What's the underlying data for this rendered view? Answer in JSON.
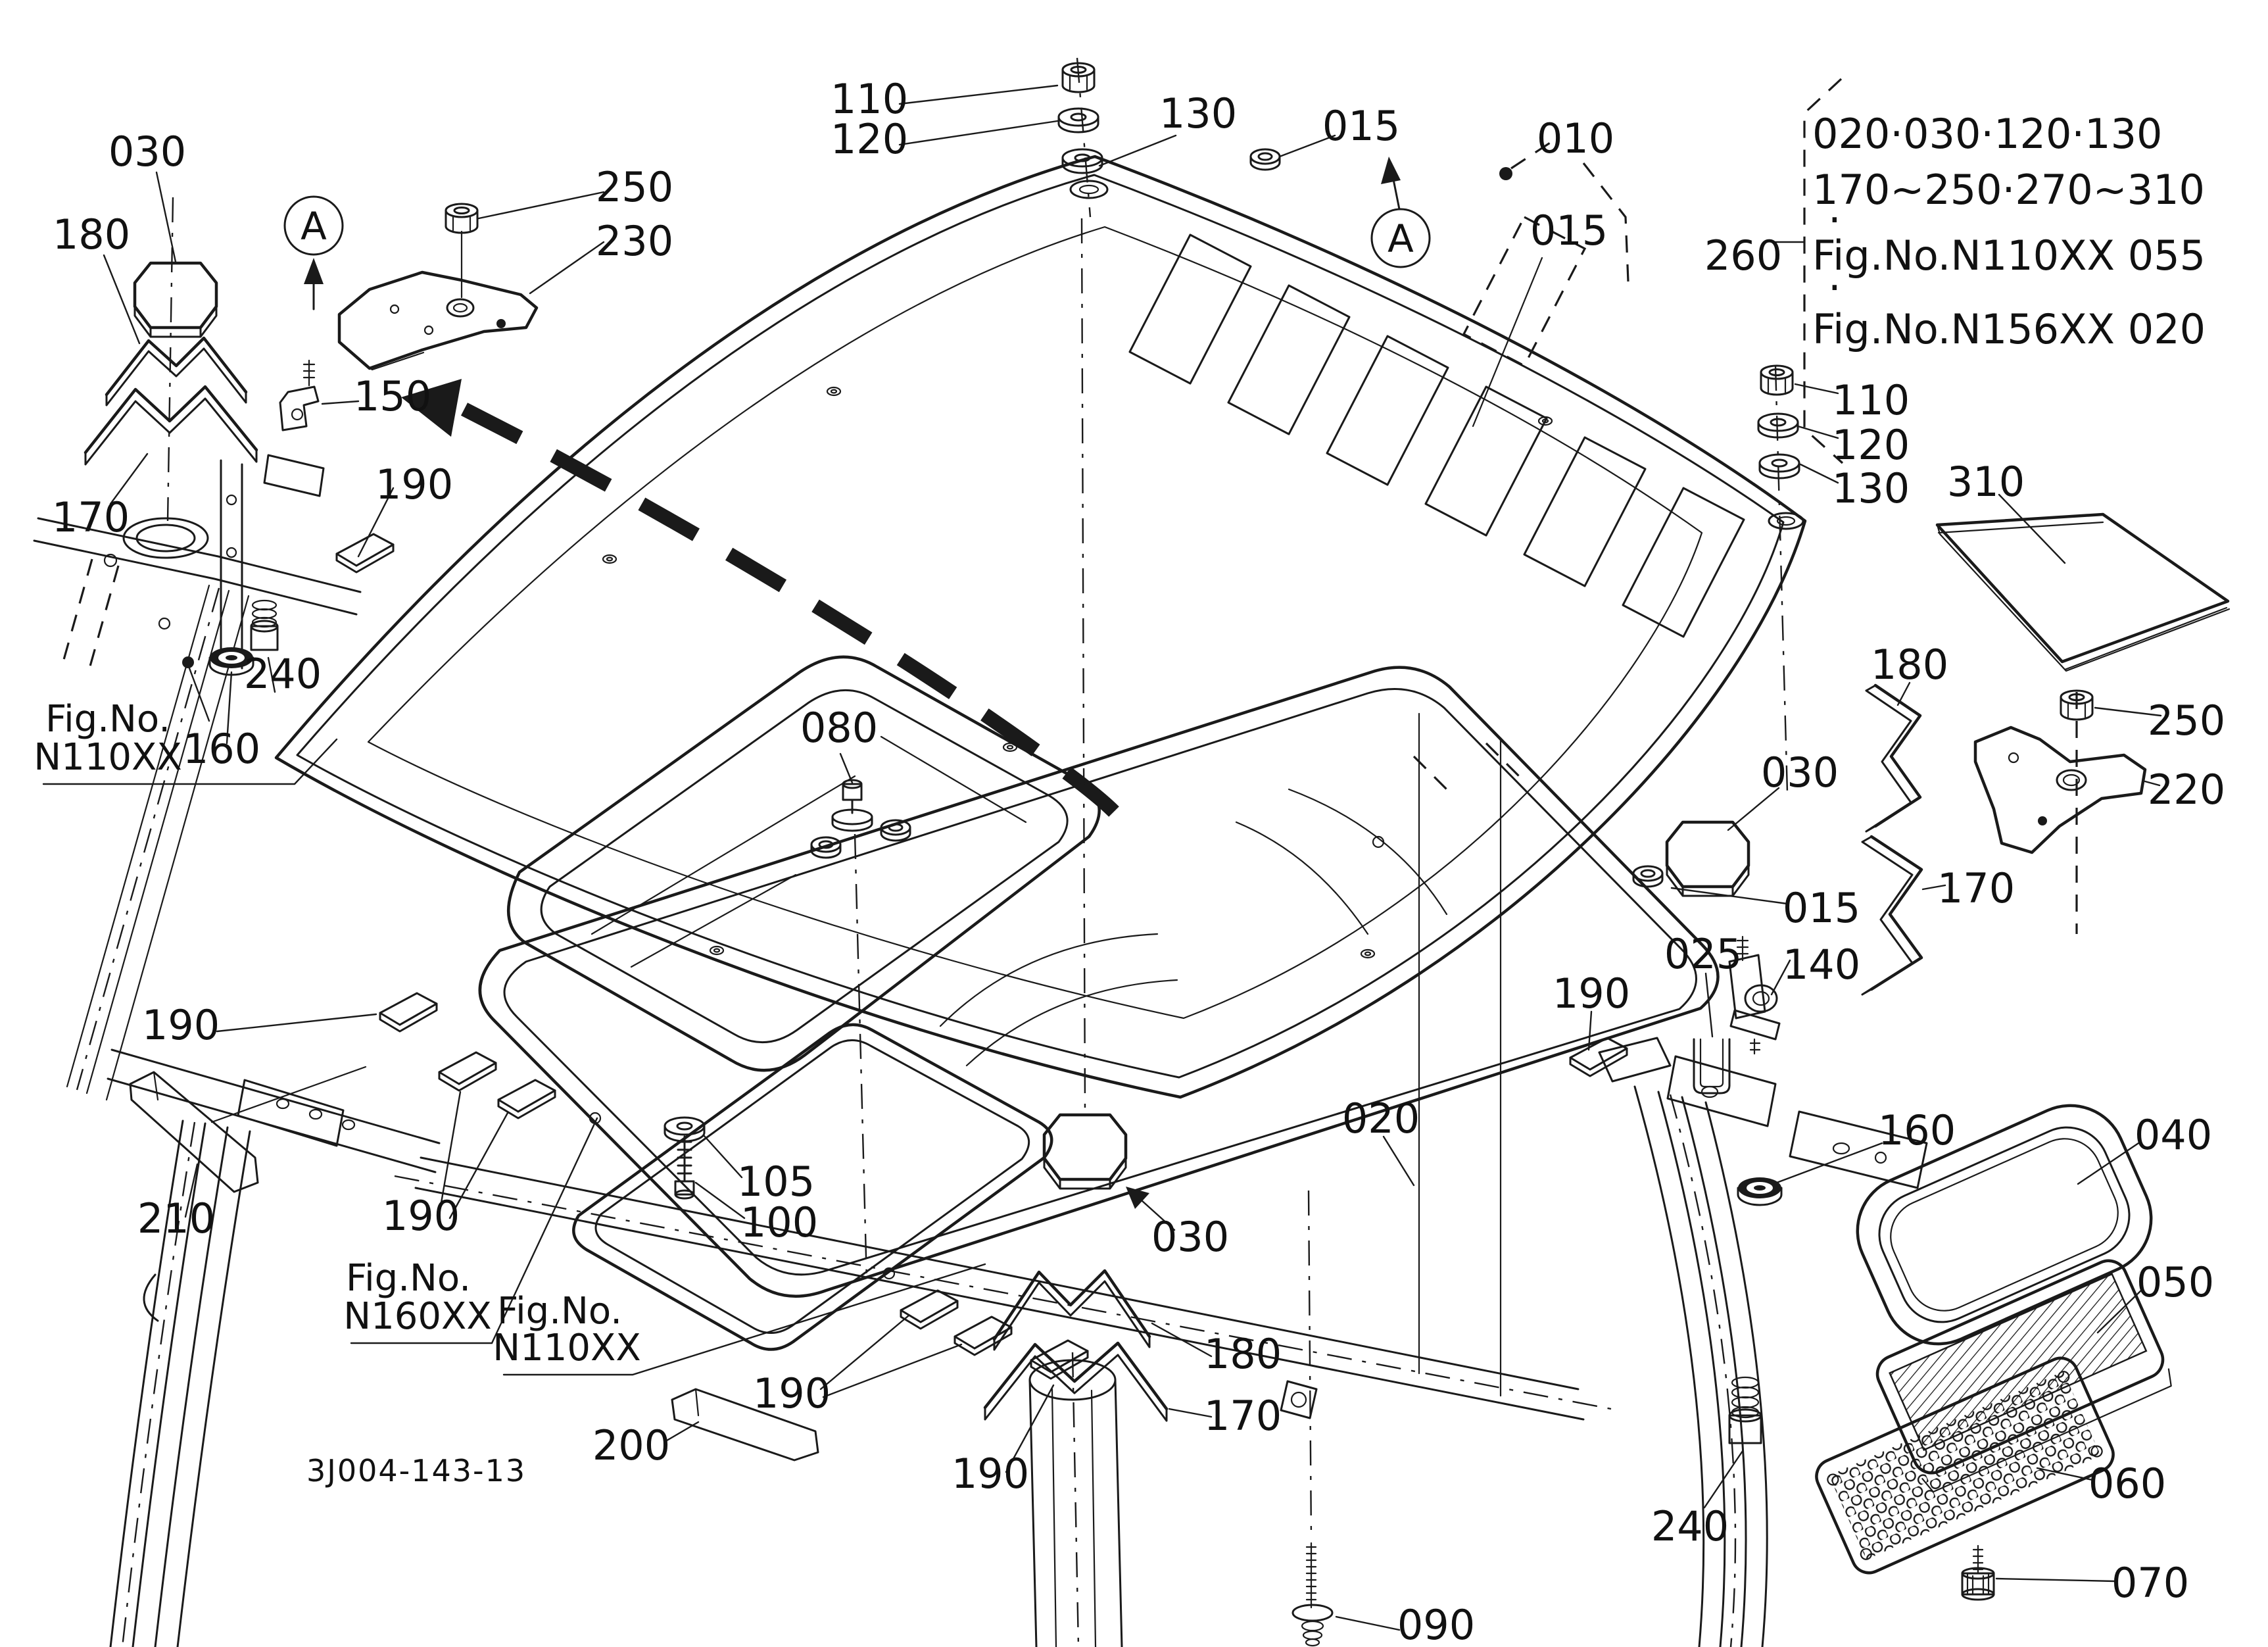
{
  "drawing_number": "3J004-143-13",
  "view_label": "A",
  "part_numbers": {
    "010": "010",
    "015": "015",
    "020": "020",
    "025": "025",
    "030": "030",
    "040": "040",
    "050": "050",
    "060": "060",
    "070": "070",
    "080": "080",
    "090": "090",
    "100": "100",
    "105": "105",
    "110": "110",
    "120": "120",
    "130": "130",
    "140": "140",
    "150": "150",
    "160": "160",
    "170": "170",
    "180": "180",
    "190": "190",
    "200": "200",
    "210": "210",
    "220": "220",
    "230": "230",
    "240": "240",
    "250": "250",
    "260": "260",
    "310": "310"
  },
  "fig_refs": {
    "left": {
      "line1": "Fig.No.",
      "line2": "N110XX"
    },
    "bottom_n160": {
      "line1": "Fig.No.",
      "line2": "N160XX"
    },
    "bottom_n110": {
      "line1": "Fig.No.",
      "line2": "N110XX"
    }
  },
  "info_box": {
    "callout": "260",
    "line1": "020·030·120·130",
    "line2": "170~250·270~310",
    "dot": "·",
    "line3": "Fig.No.N110XX 055",
    "line4": "Fig.No.N156XX 020"
  },
  "colors": {
    "line": "#1a1a1a",
    "background": "#ffffff"
  }
}
